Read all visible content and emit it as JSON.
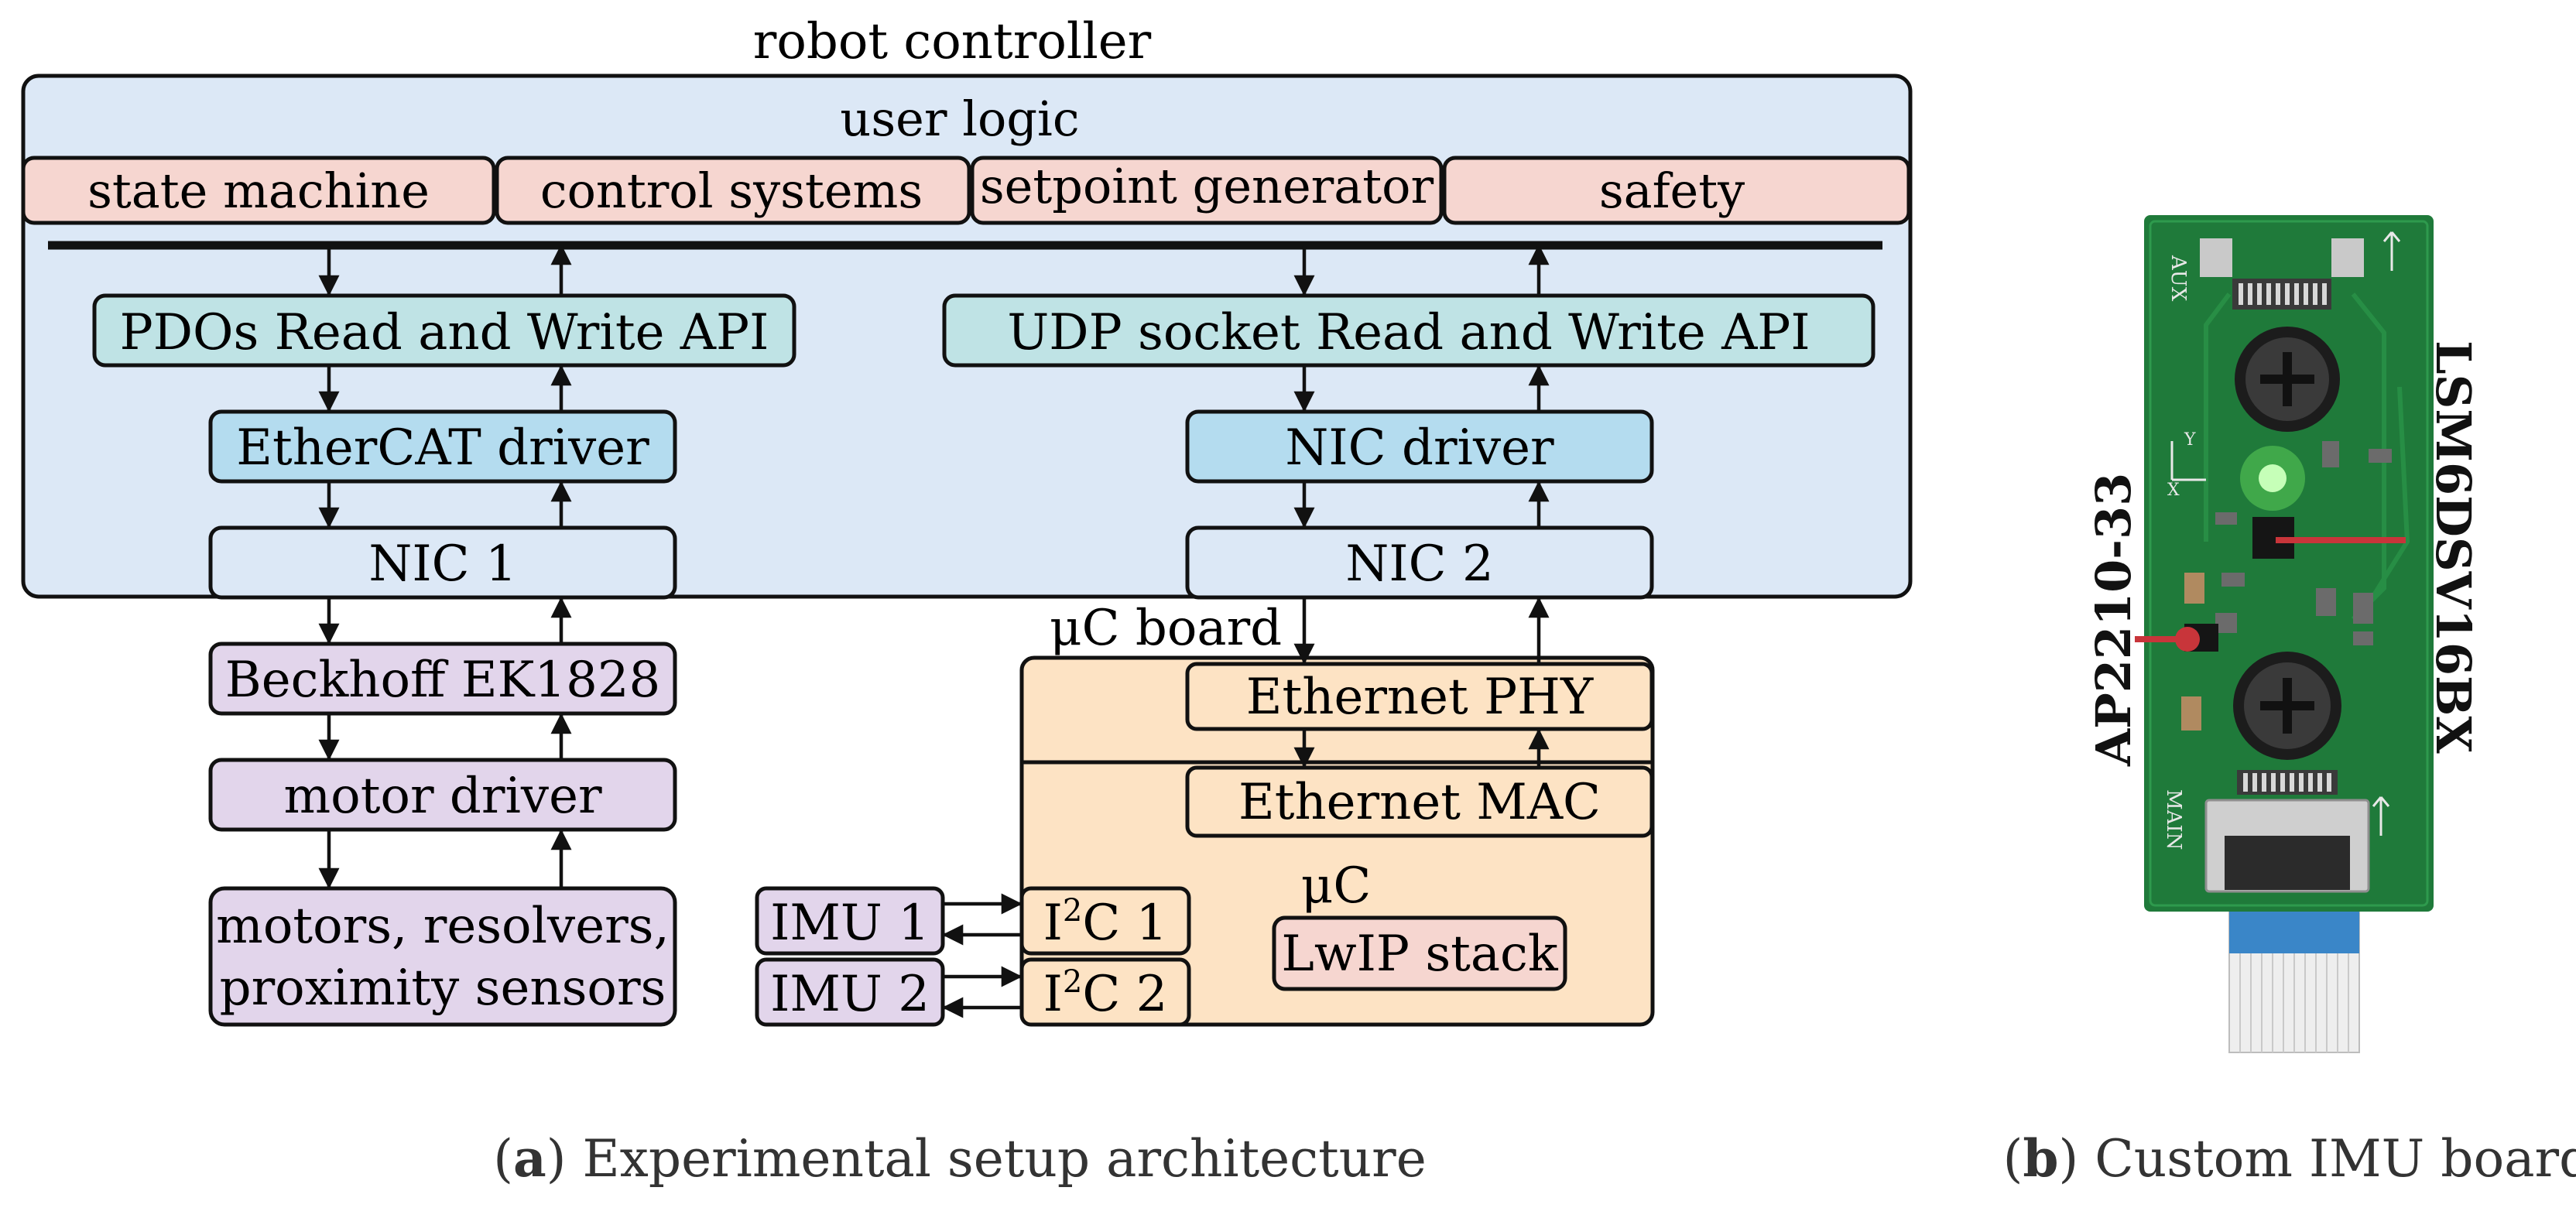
{
  "colors": {
    "controller_bg": "#dce8f6",
    "user_logic_module": "#f6d6d0",
    "api_box": "#bfe3e5",
    "driver_box": "#b4dcef",
    "nic_box": "#dce8f6",
    "ethercat_chain": "#e2d5eb",
    "uc_board": "#fde3c4",
    "lwip": "#f6d6d0",
    "pcb_green": "#1f7a3a",
    "led_green": "#7dff6a",
    "marker_red": "#c8353a",
    "cable_blue": "#3a86c8"
  },
  "architecture": {
    "title": "robot controller",
    "user_logic": "user logic",
    "modules": [
      "state machine",
      "control systems",
      "setpoint generator",
      "safety"
    ],
    "pdo_api": "PDOs Read and Write API",
    "udp_api": "UDP socket Read and Write API",
    "ethercat_driver": "EtherCAT driver",
    "nic_driver": "NIC driver",
    "nic1": "NIC 1",
    "nic2": "NIC 2",
    "beckhoff": "Beckhoff EK1828",
    "motor_driver": "motor driver",
    "motors_line1": "motors, resolvers,",
    "motors_line2": "proximity sensors",
    "uc_board_label": "μC board",
    "eth_phy": "Ethernet PHY",
    "eth_mac": "Ethernet MAC",
    "uc_label": "μC",
    "lwip": "LwIP stack",
    "imu1": "IMU 1",
    "imu2": "IMU 2",
    "i2c1": {
      "base": "I",
      "sup": "2",
      "rest": "C 1"
    },
    "i2c2": {
      "base": "I",
      "sup": "2",
      "rest": "C 2"
    }
  },
  "captions": {
    "a_letter": "a",
    "a_text": " Experimental setup architecture",
    "b_letter": "b",
    "b_text": " Custom IMU board"
  },
  "imu_board": {
    "chip_left": "AP2210-33",
    "chip_right": "LSM6DSV16BX",
    "silk_aux": "AUX",
    "silk_main": "MAIN",
    "silk_y": "Y",
    "silk_x": "X"
  }
}
